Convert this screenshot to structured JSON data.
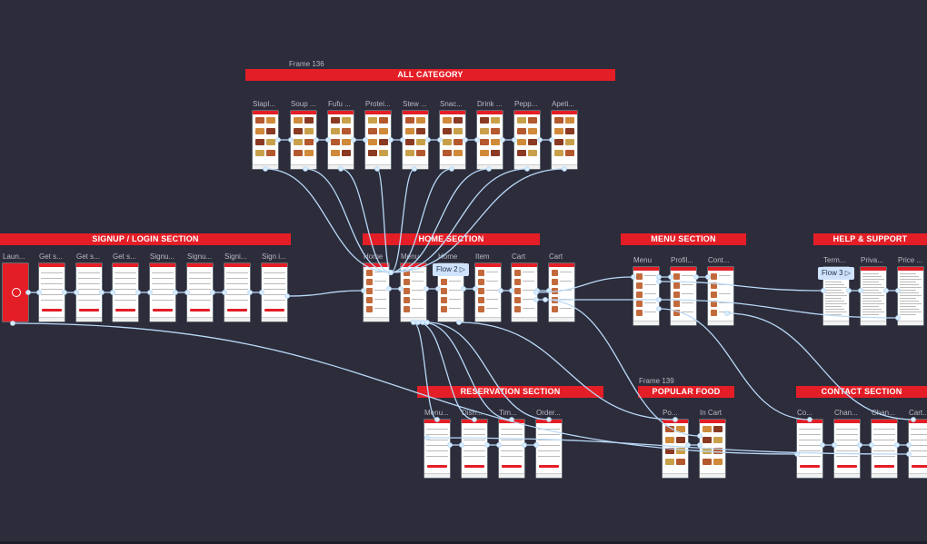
{
  "canvas": {
    "background": "#2c2c3b",
    "accent": "#e41e26",
    "wire_color": "#b9d9f7"
  },
  "frame_tags": {
    "frame_136": "Frame 136",
    "frame_139": "Frame 139"
  },
  "sections": {
    "all_category": "ALL CATEGORY",
    "signup_login": "SIGNUP / LOGIN SECTION",
    "home": "HOME SECTION",
    "menu": "MENU SECTION",
    "help_support": "HELP & SUPPORT",
    "reservation": "RESERVATION SECTION",
    "popular_food": "POPULAR FOOD",
    "contact": "CONTACT SECTION"
  },
  "flows": {
    "flow2": "Flow 2",
    "flow3": "Flow 3"
  },
  "screens": {
    "category": [
      "Stapl...",
      "Soup ...",
      "Fufu ...",
      "Protei...",
      "Stew ...",
      "Snac...",
      "Drink ...",
      "Pepp...",
      "Apeti..."
    ],
    "signup": [
      "Laun...",
      "Get s...",
      "Get s...",
      "Get s...",
      "Signu...",
      "Signu...",
      "Signi...",
      "Sign i..."
    ],
    "home": [
      "Home",
      "Menu",
      "Home",
      "Item",
      "Cart",
      "Cart"
    ],
    "menu": [
      "Menu",
      "Profil...",
      "Cont..."
    ],
    "help": [
      "Term...",
      "Priva...",
      "Price ..."
    ],
    "reservation": [
      "Menu...",
      "Dish...",
      "Tim...",
      "Order..."
    ],
    "popular": [
      "Po...",
      "In Cart"
    ],
    "contact": [
      "Co...",
      "Chan...",
      "Chan...",
      "Cart..."
    ]
  }
}
